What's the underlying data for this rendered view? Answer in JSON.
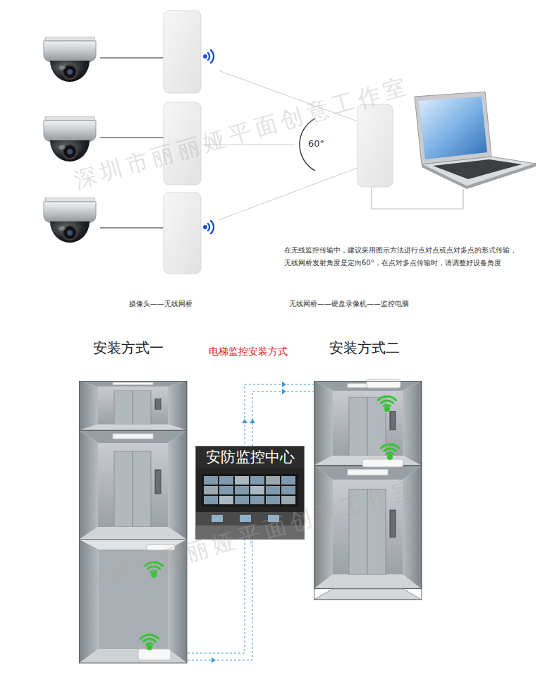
{
  "diagram": {
    "nodes": [
      {
        "text": [
          "安防监控中心"
        ]
      }
    ],
    "labels": [
      "60°",
      "在无线监控传输中，建议采用图示方法进行点对点或点对多点的形式传输，",
      "无线网桥发射角度是定向60°，在点对多点传输时，请调整好设备角度",
      "摄像头——无线网桥",
      "无线网桥——硬盘录像机——监控电脑",
      "安装方式一",
      "电梯监控安装方式",
      "安装方式二",
      "深圳市丽丽娅平面创意工作室",
      "深圳市丽丽娅平面创意工作室"
    ]
  }
}
